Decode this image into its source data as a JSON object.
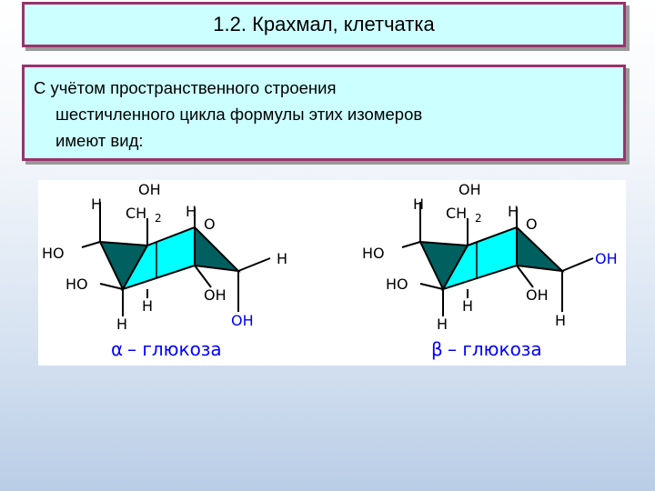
{
  "title": "1.2. Крахмал, клетчатка",
  "body_text": [
    "С учётом пространственного строения",
    "шестичленного цикла формулы этих изомеров",
    "имеют вид:"
  ],
  "alpha": {
    "labels": {
      "h_top": "H",
      "oh_top": "OH",
      "ch2": "CH",
      "sub2": "2",
      "h_mid": "H",
      "o_ring": "O",
      "ho_upper": "HO",
      "h_right": "H",
      "ho_lower": "HO",
      "h_inner": "H",
      "oh_inner": "OH",
      "h_bottom": "H",
      "oh_anomeric": "OH"
    },
    "caption_symbol": "α",
    "caption_text": "– глюкоза"
  },
  "beta": {
    "labels": {
      "h_top": "H",
      "oh_top": "OH",
      "ch2": "CH",
      "sub2": "2",
      "h_mid": "H",
      "o_ring": "O",
      "ho_upper": "HO",
      "oh_anomeric": "OH",
      "ho_lower": "HO",
      "h_inner": "H",
      "oh_inner": "OH",
      "h_bottom": "H",
      "h_anomeric": "H"
    },
    "caption_symbol": "β",
    "caption_text": "– глюкоза"
  },
  "colors": {
    "box_fill": "#ccffff",
    "box_border": "#99336b",
    "ring_face": "#00ffff",
    "ring_dark": "#006060",
    "anomeric_oh": "#0000ff"
  }
}
